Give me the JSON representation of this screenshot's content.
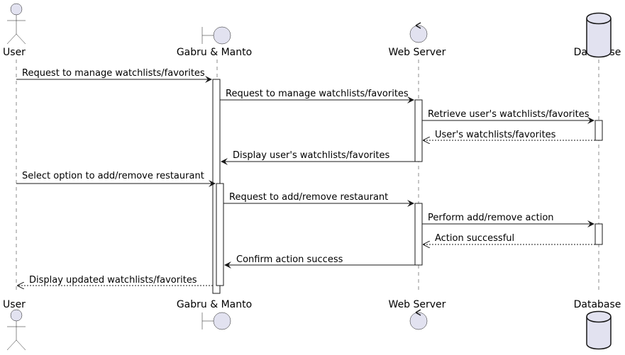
{
  "participants": [
    {
      "id": "user",
      "name": "User",
      "kind": "actor"
    },
    {
      "id": "gabru",
      "name": "Gabru & Manto",
      "kind": "boundary"
    },
    {
      "id": "web",
      "name": "Web Server",
      "kind": "control"
    },
    {
      "id": "db",
      "name": "Database",
      "kind": "database"
    }
  ],
  "messages": [
    {
      "from": "user",
      "to": "gabru",
      "label": "Request to manage watchlists/favorites",
      "style": "sync"
    },
    {
      "from": "gabru",
      "to": "web",
      "label": "Request to manage watchlists/favorites",
      "style": "sync"
    },
    {
      "from": "web",
      "to": "db",
      "label": "Retrieve user's watchlists/favorites",
      "style": "sync"
    },
    {
      "from": "db",
      "to": "web",
      "label": "User's watchlists/favorites",
      "style": "return"
    },
    {
      "from": "web",
      "to": "gabru",
      "label": "Display user's watchlists/favorites",
      "style": "sync"
    },
    {
      "from": "user",
      "to": "gabru",
      "label": "Select option to add/remove restaurant",
      "style": "sync"
    },
    {
      "from": "gabru",
      "to": "web",
      "label": "Request to add/remove restaurant",
      "style": "sync"
    },
    {
      "from": "web",
      "to": "db",
      "label": "Perform add/remove action",
      "style": "sync"
    },
    {
      "from": "db",
      "to": "web",
      "label": "Action successful",
      "style": "return"
    },
    {
      "from": "web",
      "to": "gabru",
      "label": "Confirm action success",
      "style": "sync"
    },
    {
      "from": "gabru",
      "to": "user",
      "label": "Display updated watchlists/favorites",
      "style": "return"
    }
  ],
  "colors": {
    "participant_fill": "#e2e2f0",
    "participant_stroke": "#181818",
    "lifeline": "#181818",
    "activation_fill": "#ffffff"
  }
}
